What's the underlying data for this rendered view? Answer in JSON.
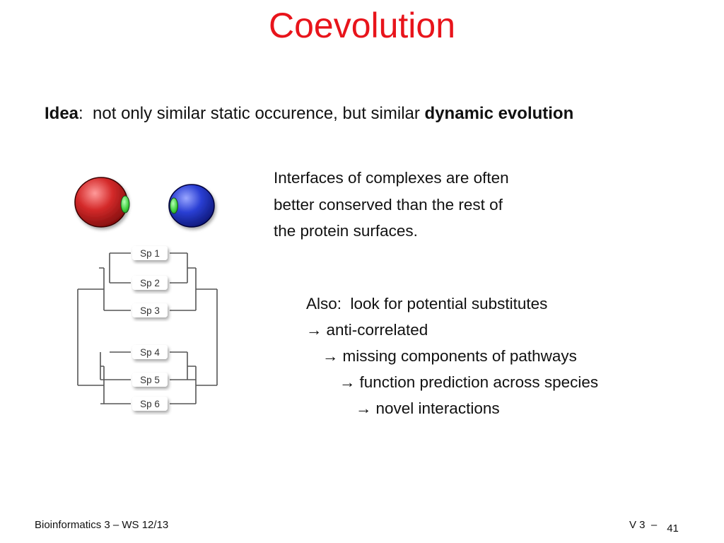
{
  "slide": {
    "title": "Coevolution",
    "idea": {
      "label": "Idea",
      "sep": ":",
      "text": "  not only similar static occurence, but similar ",
      "emphasis": "dynamic evolution"
    },
    "paragraph1": [
      "Interfaces of complexes are often",
      "better conserved than the rest of",
      "the protein surfaces."
    ],
    "paragraph2": {
      "intro": "Also:  look for potential substitutes",
      "arrow_symbol": "→",
      "steps": [
        "anti-correlated",
        "missing components of pathways",
        "function prediction across species",
        "novel interactions"
      ]
    },
    "figure": {
      "species_labels": [
        "Sp 1",
        "Sp 2",
        "Sp 3",
        "Sp 4",
        "Sp 5",
        "Sp 6"
      ],
      "colors": {
        "protein_left": "#d42a2a",
        "protein_right": "#2a3fd4",
        "interface": "#3ecf3e"
      }
    },
    "footer": {
      "course": "Bioinformatics 3 – WS 12/13",
      "lecture": "V 3  –",
      "page": "41"
    }
  }
}
